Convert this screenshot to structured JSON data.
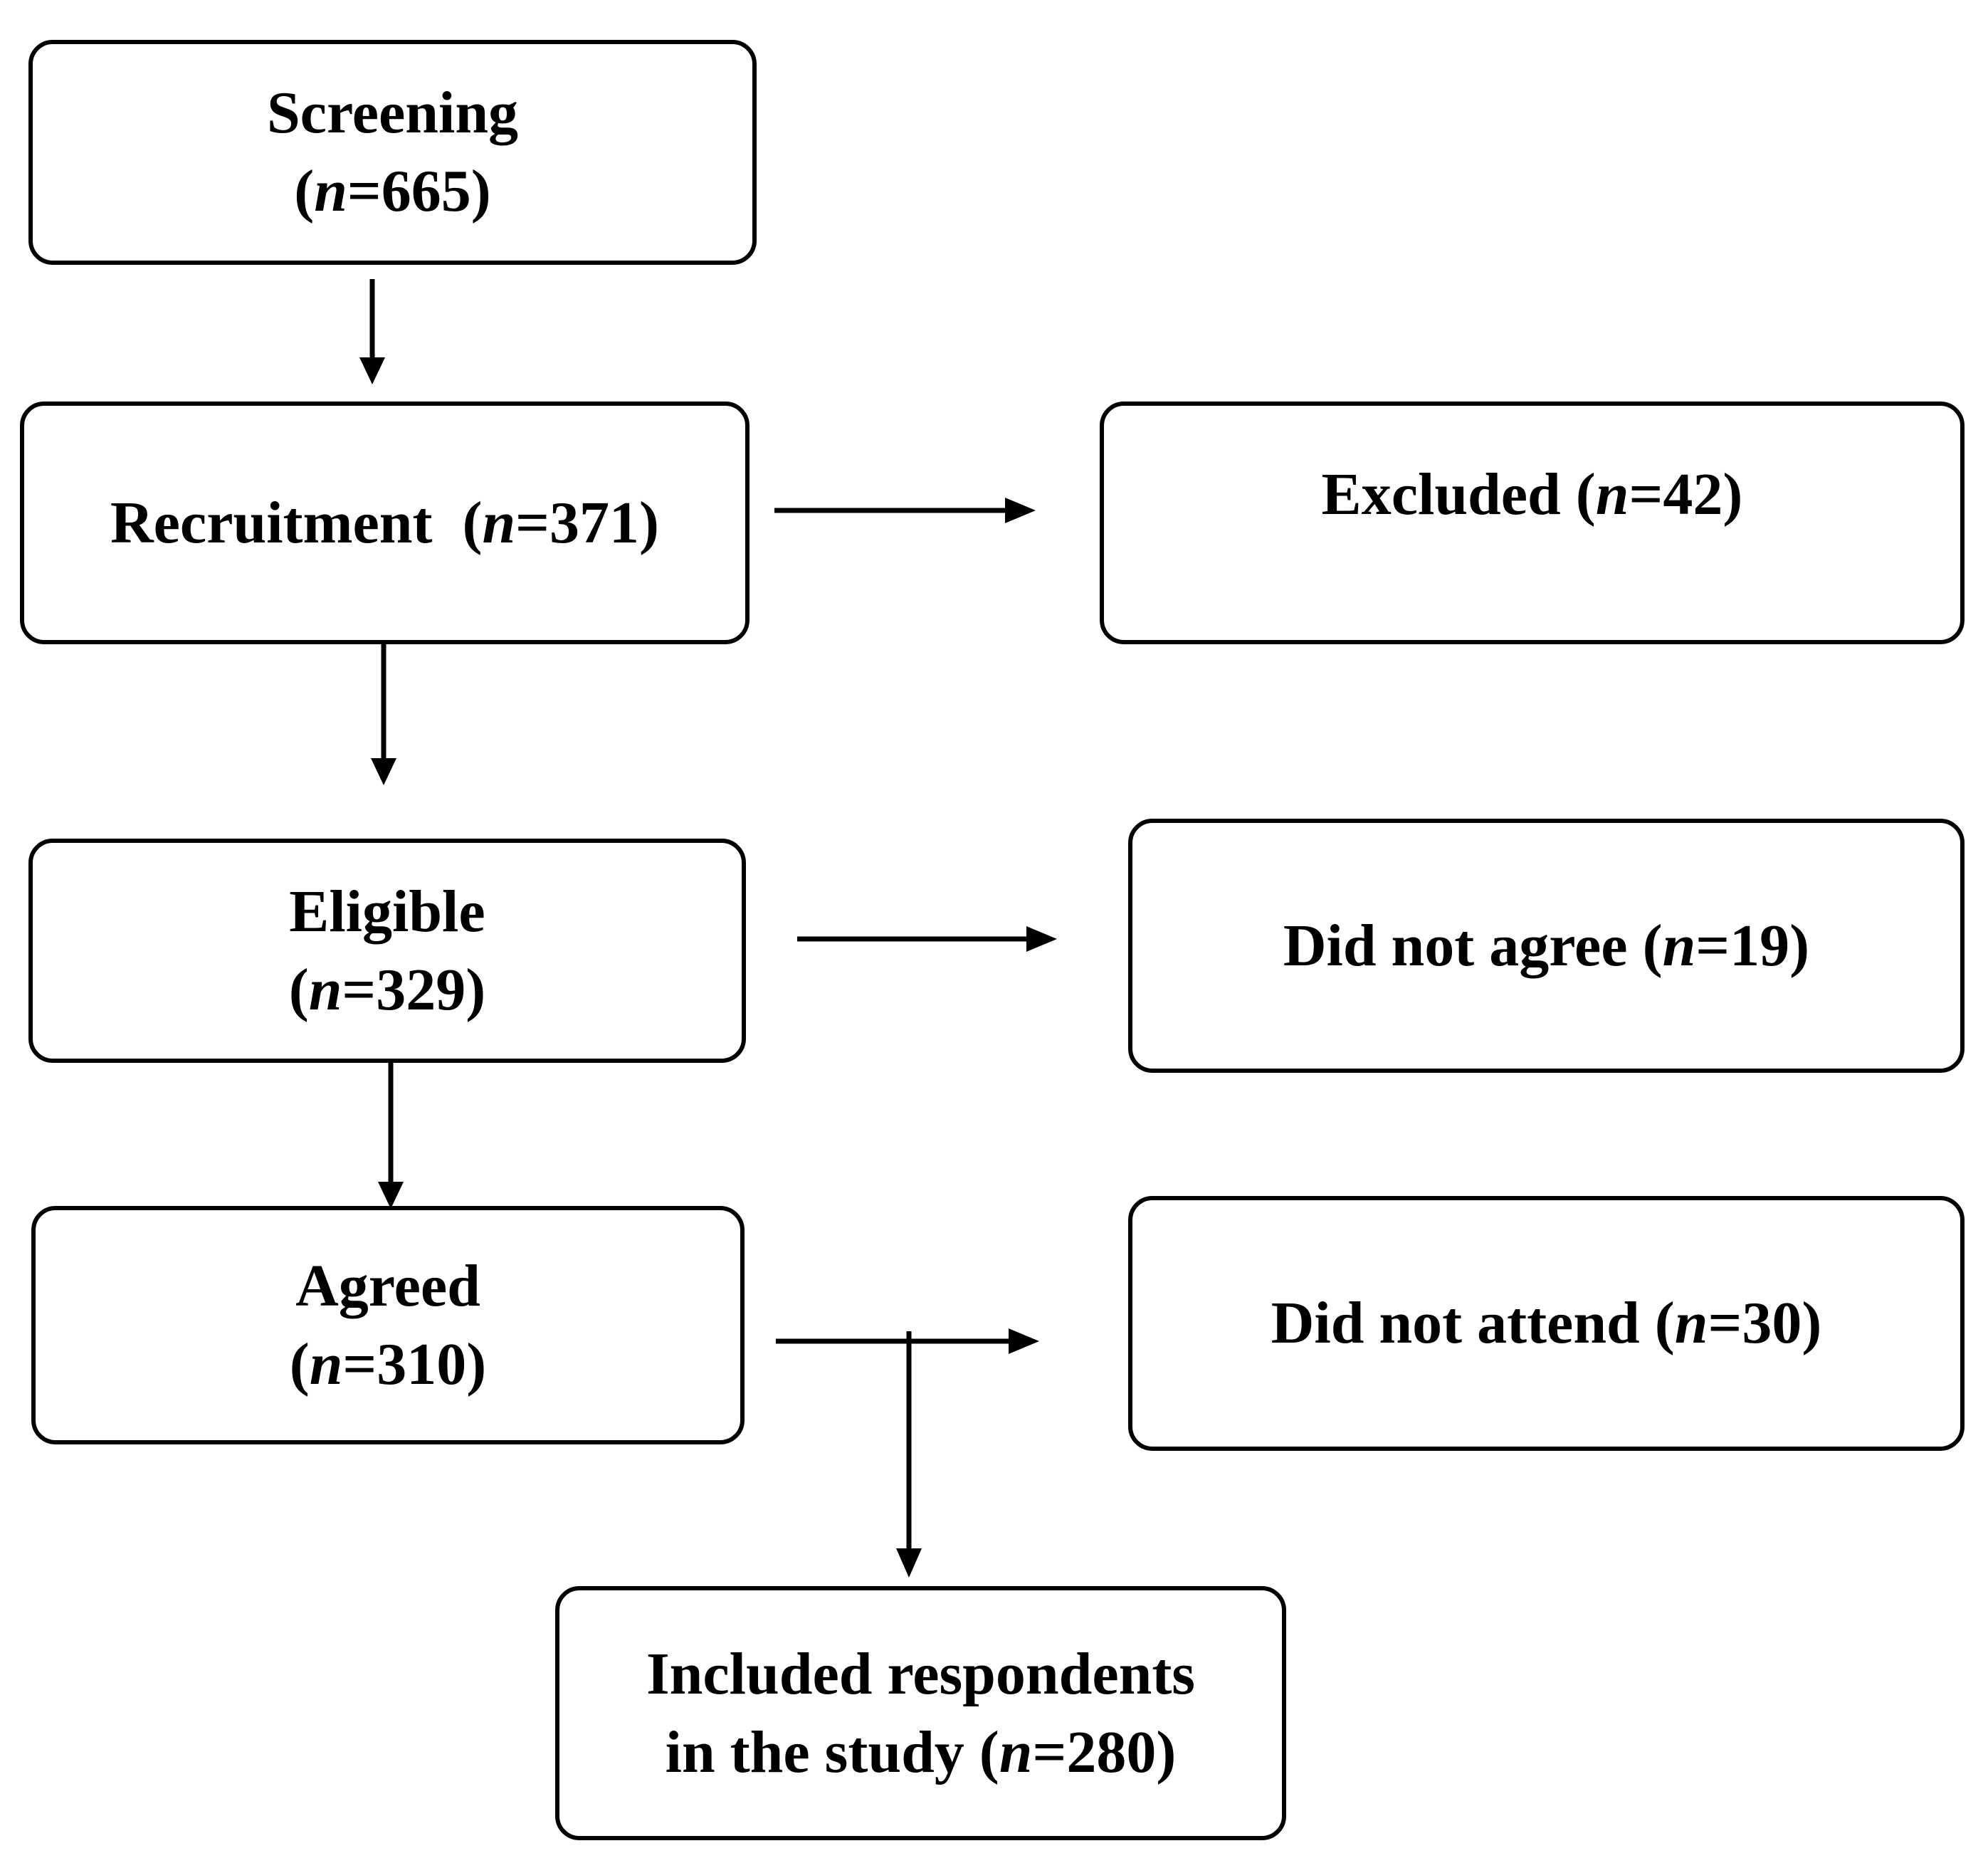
{
  "diagram": {
    "boxes": {
      "screening": {
        "label": "Screening",
        "pre": "(",
        "n_symbol": "n",
        "post": "=665)"
      },
      "recruitment": {
        "label": "Recruitment",
        "pre": "(",
        "n_symbol": "n",
        "post": "=371)"
      },
      "excluded": {
        "label": "Excluded",
        "pre": "(",
        "n_symbol": "n",
        "post": "=42)"
      },
      "eligible": {
        "label": "Eligible",
        "pre": "(",
        "n_symbol": "n",
        "post": "=329)"
      },
      "did_not_agree": {
        "label": "Did not agree",
        "pre": "(",
        "n_symbol": "n",
        "post": "=19)"
      },
      "agreed": {
        "label": "Agreed",
        "pre": "(",
        "n_symbol": "n",
        "post": "=310)"
      },
      "did_not_attend": {
        "label": "Did not attend",
        "pre": "(",
        "n_symbol": "n",
        "post": "=30)"
      },
      "included": {
        "line1": "Included respondents",
        "line2": "in the study",
        "pre": "(",
        "n_symbol": "n",
        "post": "=280)"
      }
    }
  }
}
